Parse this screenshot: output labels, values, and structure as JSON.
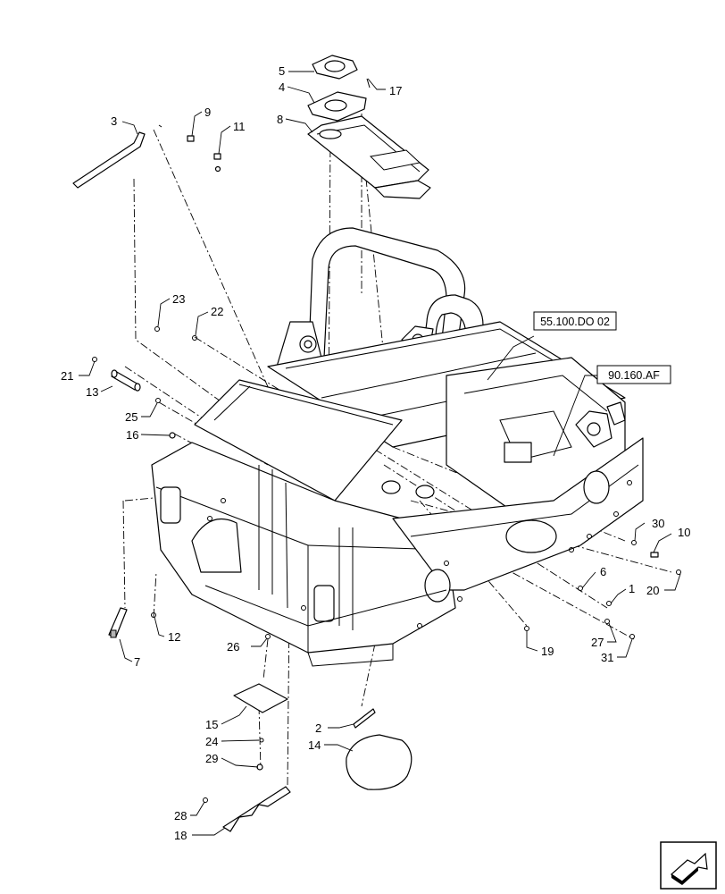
{
  "callouts": [
    {
      "id": "c1",
      "text": "1"
    },
    {
      "id": "c2",
      "text": "2"
    },
    {
      "id": "c3",
      "text": "3"
    },
    {
      "id": "c4",
      "text": "4"
    },
    {
      "id": "c5",
      "text": "5"
    },
    {
      "id": "c6",
      "text": "6"
    },
    {
      "id": "c7",
      "text": "7"
    },
    {
      "id": "c8",
      "text": "8"
    },
    {
      "id": "c9",
      "text": "9"
    },
    {
      "id": "c10",
      "text": "10"
    },
    {
      "id": "c11",
      "text": "11"
    },
    {
      "id": "c12",
      "text": "12"
    },
    {
      "id": "c13",
      "text": "13"
    },
    {
      "id": "c14",
      "text": "14"
    },
    {
      "id": "c15",
      "text": "15"
    },
    {
      "id": "c16",
      "text": "16"
    },
    {
      "id": "c17",
      "text": "17"
    },
    {
      "id": "c18",
      "text": "18"
    },
    {
      "id": "c19",
      "text": "19"
    },
    {
      "id": "c20",
      "text": "20"
    },
    {
      "id": "c21",
      "text": "21"
    },
    {
      "id": "c22",
      "text": "22"
    },
    {
      "id": "c23",
      "text": "23"
    },
    {
      "id": "c24",
      "text": "24"
    },
    {
      "id": "c25",
      "text": "25"
    },
    {
      "id": "c26",
      "text": "26"
    },
    {
      "id": "c27",
      "text": "27"
    },
    {
      "id": "c28",
      "text": "28"
    },
    {
      "id": "c29",
      "text": "29"
    },
    {
      "id": "c30",
      "text": "30"
    },
    {
      "id": "c31",
      "text": "31"
    }
  ],
  "references": {
    "ref_a": "55.100.DO 02",
    "ref_b": "90.160.AF"
  },
  "nav": {
    "icon": "next-page-arrow-icon"
  }
}
